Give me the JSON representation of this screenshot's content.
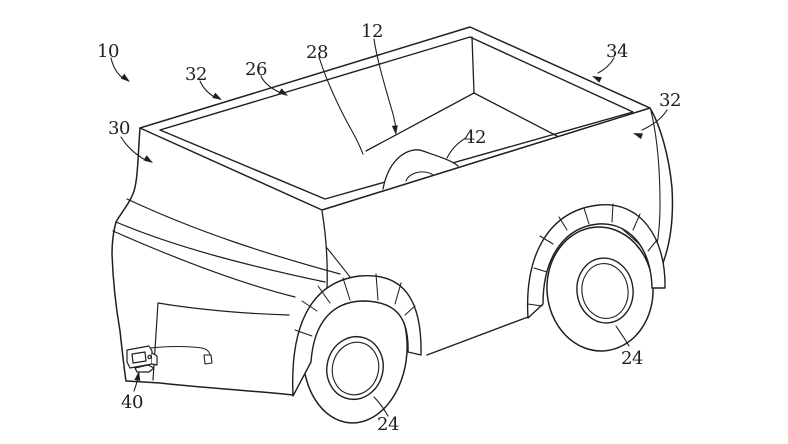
{
  "figure": {
    "background_color": "#ffffff",
    "line_color": "#1f1f1f",
    "reference_numerals": [
      {
        "text": "10"
      },
      {
        "text": "30"
      },
      {
        "text": "32"
      },
      {
        "text": "26"
      },
      {
        "text": "28"
      },
      {
        "text": "12"
      },
      {
        "text": "42"
      },
      {
        "text": "34"
      },
      {
        "text": "32"
      },
      {
        "text": "40"
      },
      {
        "text": "24"
      },
      {
        "text": "24"
      }
    ]
  }
}
